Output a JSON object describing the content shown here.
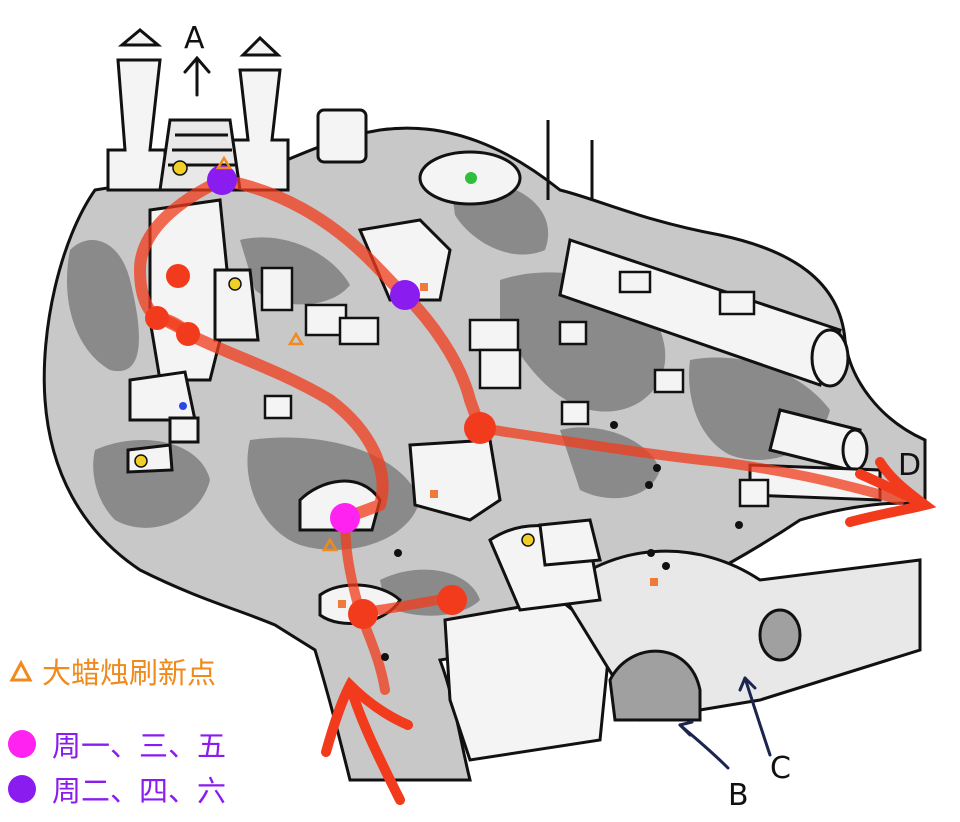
{
  "map": {
    "exits": {
      "a": "A",
      "b": "B",
      "c": "C",
      "d": "D"
    },
    "legend": {
      "candle_label": "大蜡烛刷新点",
      "mwf_label": "周一、三、五",
      "tts_label": "周二、四、六"
    },
    "colors": {
      "route": "#f23b1c",
      "candle": "#f08a1c",
      "mwf": "#ff22f0",
      "tts": "#8a1cf0",
      "spirit": "#f0d028",
      "green_marker": "#2fbf3a",
      "blue_marker": "#2848e8",
      "outline": "#111111",
      "ground_light": "#c8c8c8",
      "ground_dark": "#8a8a8a",
      "exit_arrow": "#1c2450"
    },
    "icons": [
      "candle-triangle-icon",
      "weekday-dot-icon",
      "route-arrow-icon",
      "crab-icon",
      "spirit-marker-icon"
    ]
  }
}
